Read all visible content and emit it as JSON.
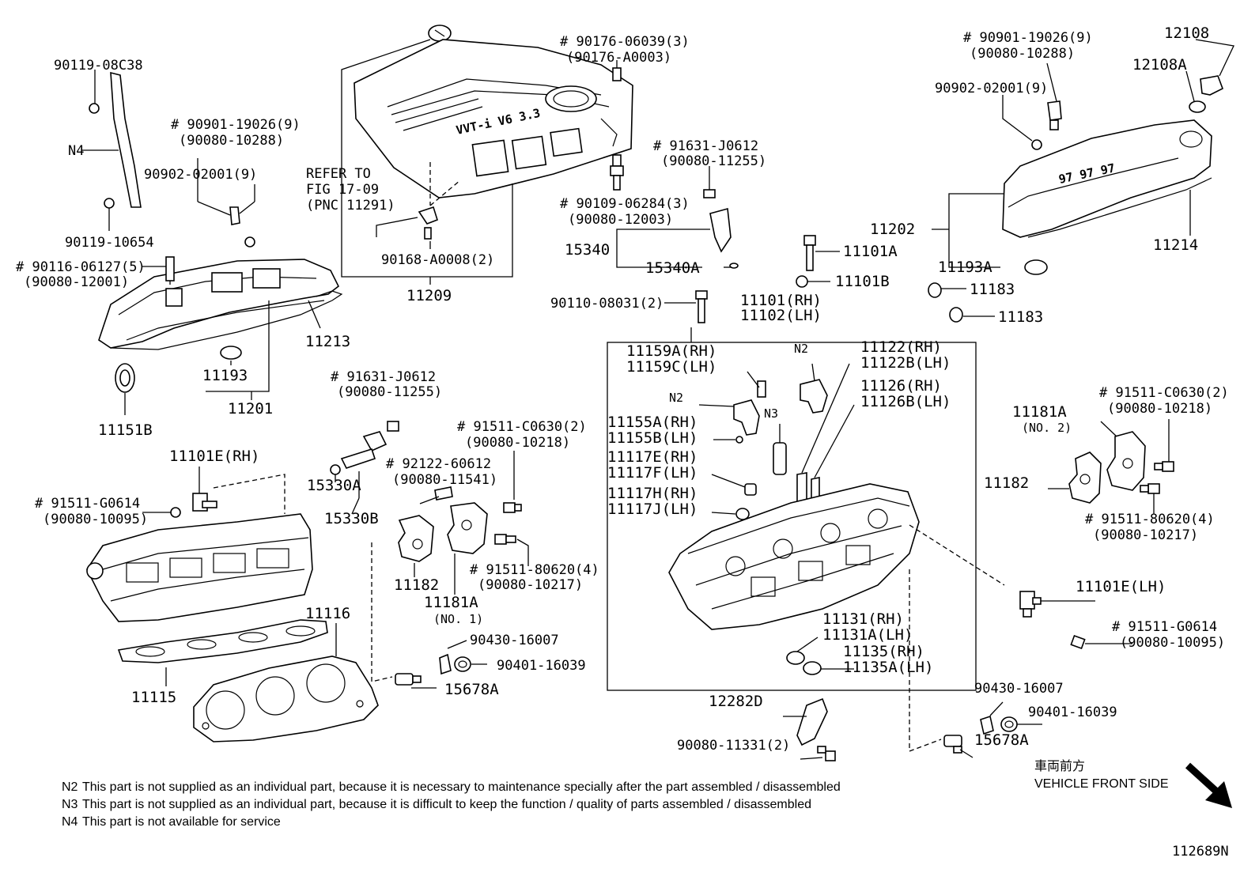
{
  "callouts": {
    "c01": "90119-08C38",
    "c02": "N4",
    "c03": "90119-10654",
    "c04": "# 90901-19026(9)",
    "c05": "(90080-10288)",
    "c06": "90902-02001(9)",
    "c07": "# 90116-06127(5)",
    "c08": "(90080-12001)",
    "c09": "11213",
    "c10": "11193",
    "c11": "11201",
    "c12": "11151B",
    "c13": "REFER TO",
    "c14": "FIG 17-09",
    "c15": "(PNC 11291)",
    "c16": "90168-A0008(2)",
    "c17": "11209",
    "c18": "# 90176-06039(3)",
    "c19": "(90176-A0003)",
    "c20": "# 91631-J0612",
    "c21": "(90080-11255)",
    "c22": "# 90109-06284(3)",
    "c23": "(90080-12003)",
    "c24": "15340",
    "c25": "15340A",
    "c26": "90110-08031(2)",
    "c27": "11101A",
    "c28": "11101B",
    "c29": "11101(RH)",
    "c30": "11102(LH)",
    "c31": "# 90901-19026(9)",
    "c32": "(90080-10288)",
    "c33": "90902-02001(9)",
    "c34": "12108",
    "c35": "12108A",
    "c36": "11202",
    "c37": "11214",
    "c38": "11193A",
    "c39": "11183",
    "c40": "11183",
    "c41": "# 91631-J0612",
    "c42": "(90080-11255)",
    "c43": "11101E(RH)",
    "c44": "15330A",
    "c45": "15330B",
    "c46": "# 91511-G0614",
    "c47": "(90080-10095)",
    "c48": "# 92122-60612",
    "c49": "(90080-11541)",
    "c50": "# 91511-C0630(2)",
    "c51": "(90080-10218)",
    "c52": "11182",
    "c53": "11181A",
    "c54": "(NO. 1)",
    "c55": "# 91511-80620(4)",
    "c56": "(90080-10217)",
    "c57": "11116",
    "c58": "11115",
    "c59": "90430-16007",
    "c60": "90401-16039",
    "c61": "15678A",
    "c62": "11159A(RH)",
    "c63": "11159C(LH)",
    "c64": "N2",
    "c65": "N2",
    "c66": "N3",
    "c67": "11122(RH)",
    "c68": "11122B(LH)",
    "c69": "11126(RH)",
    "c70": "11126B(LH)",
    "c71": "11155A(RH)",
    "c72": "11155B(LH)",
    "c73": "11117E(RH)",
    "c74": "11117F(LH)",
    "c75": "11117H(RH)",
    "c76": "11117J(LH)",
    "c77": "11131(RH)",
    "c78": "11131A(LH)",
    "c79": "11135(RH)",
    "c80": "11135A(LH)",
    "c81": "11181A",
    "c82": "(NO. 2)",
    "c83": "# 91511-C0630(2)",
    "c84": "(90080-10218)",
    "c85": "11182",
    "c86": "# 91511-80620(4)",
    "c87": "(90080-10217)",
    "c88": "11101E(LH)",
    "c89": "# 91511-G0614",
    "c90": "(90080-10095)",
    "c91": "12282D",
    "c92": "90080-11331(2)",
    "c93": "90430-16007",
    "c94": "90401-16039",
    "c95": "15678A"
  },
  "cover": {
    "engraving": "VVT-i V6 3.3",
    "valve_cover_marks": "97 97 97"
  },
  "notes": {
    "n2_code": "N2",
    "n2_text": "This part is not supplied as an individual part, because it is necessary to maintenance specially after the part assembled / disassembled",
    "n3_code": "N3",
    "n3_text": "This part is not supplied as an individual part, because it is difficult to keep the function / quality of parts  assembled / disassembled",
    "n4_code": "N4",
    "n4_text": "This part is not available for service"
  },
  "direction": {
    "japanese": "車両前方",
    "english": "VEHICLE FRONT SIDE"
  },
  "figure_id": "112689N"
}
